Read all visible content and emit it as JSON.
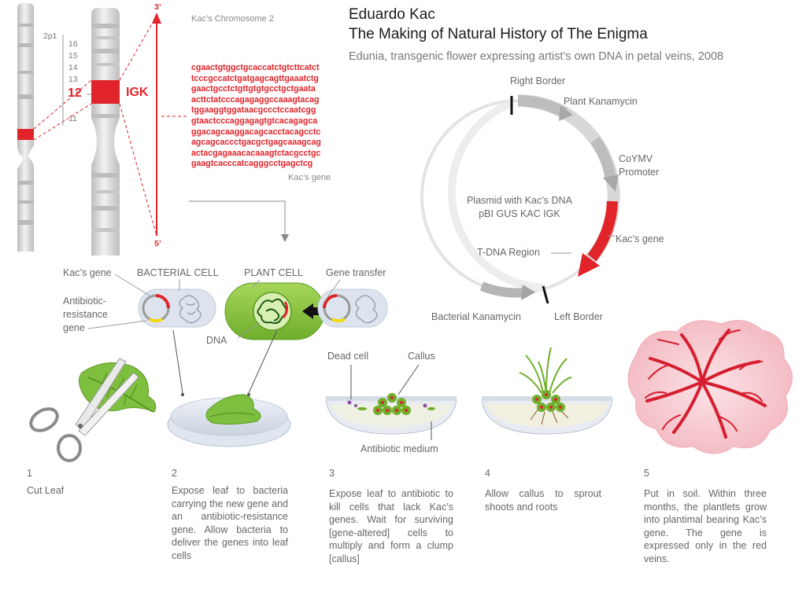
{
  "title": {
    "line1": "Eduardo Kac",
    "line2": "The Making of Natural History of  The Enigma",
    "subtitle": "Edunia, transgenic flower expressing artist’s own DNA in petal veins, 2008"
  },
  "chromosome": {
    "caption": "Kac’s Chromosome 2",
    "bands": [
      "2p1",
      "16",
      "15",
      "14",
      "13",
      "12",
      "11"
    ],
    "highlight_band": "12",
    "gene_symbol": "IGK",
    "end_top": "3’",
    "end_bottom": "5’"
  },
  "gene": {
    "sequence_lines": [
      "cgaactgtggctgcaccatctgtcttcatct",
      "tcccgccatctgatgagcagttgaaatctg",
      "gaactgcctctgttgtgtgcctgctgaata",
      "acttctatcccagagaggccaaagtacag",
      "tggaaggtggataacgccctccaatcgg",
      "gtaactcccaggagagtgtcacagagca",
      "ggacagcaaggacagcacctacagcctc",
      "agcagcaccctgacgctgagcaaagcag",
      "actacgagaaacacaaagtctacgcctgc",
      "gaagtcacccatcagggcctgagctcg"
    ],
    "caption": "Kac’s gene"
  },
  "plasmid": {
    "center_line1": "Plasmid with Kac’s DNA",
    "center_line2": "pBI GUS KAC IGK",
    "right_border": "Right Border",
    "plant_kanamycin": "Plant Kanamycin",
    "promoter_line1": "CoYMV",
    "promoter_line2": "Promoter",
    "kacs_gene": "Kac’s gene",
    "tdna_region": "T-DNA Region",
    "bacterial_kanamycin": "Bacterial Kanamycin",
    "left_border": "Left Border"
  },
  "cells": {
    "kacs_gene": "Kac’s gene",
    "bacterial_cell": "BACTERIAL CELL",
    "plant_cell": "PLANT CELL",
    "gene_transfer": "Gene transfer",
    "antibiotic_lines": [
      "Antibiotic-",
      "resistance",
      "gene"
    ],
    "dna": "DNA",
    "dead_cell": "Dead cell",
    "callus": "Callus",
    "antibiotic_medium": "Antibiotic medium"
  },
  "steps": [
    {
      "num": "1",
      "text": "Cut Leaf"
    },
    {
      "num": "2",
      "text": "Expose leaf to bacteria carrying the new gene and an antibiotic-resistance gene. Allow bacteria to deliver the genes into leaf cells"
    },
    {
      "num": "3",
      "text": "Expose leaf to antibiotic to kill cells that lack Kac’s genes. Wait for surviving [gene-altered] cells to multiply and form a clump [callus]"
    },
    {
      "num": "4",
      "text": "Allow callus to sprout shoots and roots"
    },
    {
      "num": "5",
      "text": "Put in soil. Within three months, the plantlets grow into plantimal bearing Kac’s gene. The gene is expressed only in the red veins."
    }
  ],
  "colors": {
    "accent_red": "#e0242a",
    "plant_green": "#8cc63f",
    "chromosome_gray": "#cfcfcf",
    "petal_pink": "#f7c9cf"
  }
}
